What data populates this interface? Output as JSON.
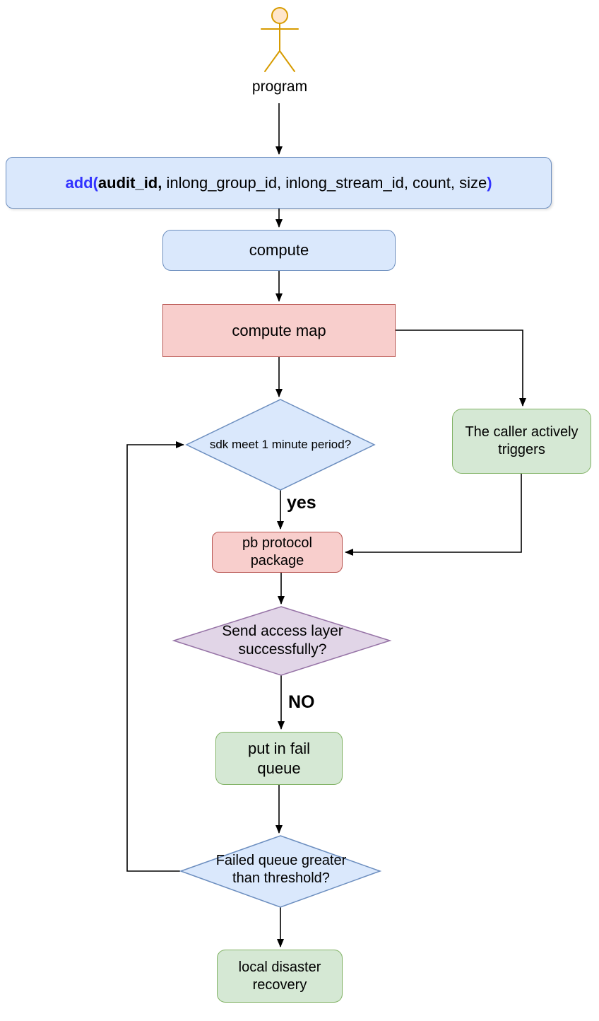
{
  "diagram": {
    "actor": {
      "label": "program"
    },
    "nodes": {
      "add_call": {
        "prefix": "add(",
        "arg_bold": "audit_id,",
        "args_rest": " inlong_group_id, inlong_stream_id, count, size",
        "close_paren": ")"
      },
      "compute": {
        "label": "compute"
      },
      "compute_map": {
        "label": "compute map"
      },
      "sdk_period_decision": {
        "label": "sdk meet 1 minute period?"
      },
      "caller_triggers": {
        "label": "The caller actively triggers"
      },
      "pb_package": {
        "label": "pb protocol package"
      },
      "send_access_decision": {
        "label": "Send access layer successfully?"
      },
      "fail_queue": {
        "label": "put in fail queue"
      },
      "failed_threshold_decision": {
        "label": "Failed queue greater than threshold?"
      },
      "disaster_recovery": {
        "label": "local disaster recovery"
      }
    },
    "edge_labels": {
      "yes": "yes",
      "no": "NO"
    },
    "colors": {
      "blue_fill": "#DAE8FC",
      "blue_stroke": "#6C8EBF",
      "red_fill": "#F8CECC",
      "red_stroke": "#B85450",
      "green_fill": "#D5E8D4",
      "green_stroke": "#82B366",
      "purple_fill": "#E1D5E7",
      "purple_stroke": "#9673A6",
      "actor_fill": "#FFE6CC",
      "actor_stroke": "#D79B00",
      "connector": "#000000",
      "function_highlight": "#3333FF"
    }
  }
}
